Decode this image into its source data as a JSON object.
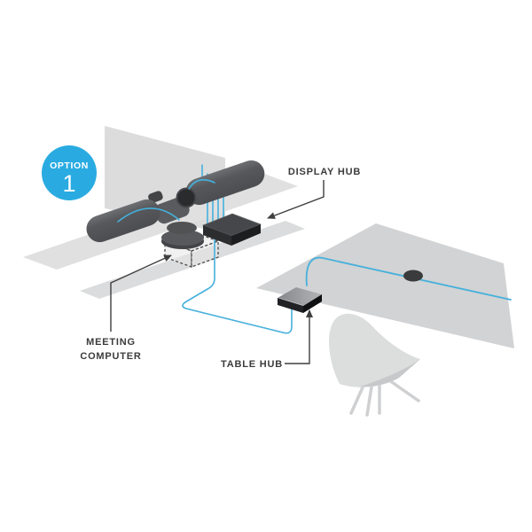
{
  "badge": {
    "label": "OPTION",
    "number": "1",
    "color": "#29abe2"
  },
  "labels": {
    "display_hub": "DISPLAY HUB",
    "meeting_computer_line1": "MEETING",
    "meeting_computer_line2": "COMPUTER",
    "table_hub": "TABLE HUB"
  },
  "colors": {
    "badge_cyan": "#29abe2",
    "cable_cyan": "#45b0dc",
    "display_gray": "#dcdcdc",
    "shelf_gray": "#e0e0e0",
    "table_gray": "#d2d3d4",
    "device_dark": "#55565a",
    "label_text": "#3b3b3b"
  },
  "scene": {
    "icons": [
      "wall-display",
      "left-speaker-bar",
      "right-speaker-bar",
      "ptz-camera",
      "display-hub-device",
      "meeting-computer-dashed-box",
      "table-hub-device",
      "mic-pod",
      "conference-table",
      "chair",
      "cyan-cables"
    ]
  }
}
